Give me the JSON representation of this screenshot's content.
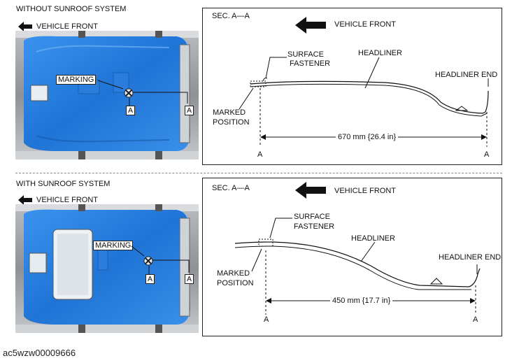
{
  "top": {
    "heading": "WITHOUT SUNROOF SYSTEM",
    "vehicle_front": "VEHICLE FRONT",
    "marking": "MARKING",
    "section_marker": "A",
    "section": {
      "title": "SEC. A—A",
      "vehicle_front": "VEHICLE FRONT",
      "surface_fastener": [
        "SURFACE",
        "FASTENER"
      ],
      "headliner": "HEADLINER",
      "headliner_end": "HEADLINER END",
      "marked_position": [
        "MARKED",
        "POSITION"
      ],
      "dimension": "670 mm {26.4 in}",
      "marker": "A"
    }
  },
  "bottom": {
    "heading": "WITH SUNROOF SYSTEM",
    "vehicle_front": "VEHICLE FRONT",
    "marking": "MARKING",
    "section_marker": "A",
    "section": {
      "title": "SEC. A—A",
      "vehicle_front": "VEHICLE FRONT",
      "surface_fastener": [
        "SURFACE",
        "FASTENER"
      ],
      "headliner": "HEADLINER",
      "headliner_end": "HEADLINER END",
      "marked_position": [
        "MARKED",
        "POSITION"
      ],
      "dimension": "450 mm {17.7 in}",
      "marker": "A"
    }
  },
  "caption": "ac5wzw00009666",
  "colors": {
    "headliner_blue": "#2f86e6",
    "panel_border": "#222222",
    "body_gray": "#9aa0a6"
  },
  "icons": [
    "arrow-left-icon",
    "fastener-x-icon"
  ]
}
